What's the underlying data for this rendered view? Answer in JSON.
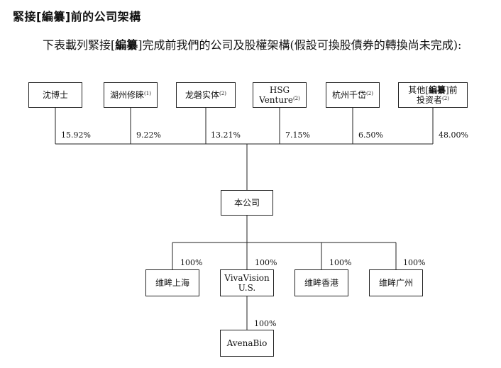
{
  "section_title": "緊接[編纂]前的公司架構",
  "intro": {
    "before": "下表載列緊接[",
    "redacted": "編纂",
    "after": "]完成前我們的公司及股權架構(假設可換股債券的轉換尚未完成):"
  },
  "shareholders": [
    {
      "name": "沈博士",
      "note": "",
      "pct": "15.92%"
    },
    {
      "name": "湖州修睐",
      "note": "(1)",
      "pct": "9.22%"
    },
    {
      "name": "龙磐实体",
      "note": "(2)",
      "pct": "13.21%"
    },
    {
      "name_line1": "HSG",
      "name_line2": "Venture",
      "note": "(2)",
      "pct": "7.15%"
    },
    {
      "name": "杭州千岱",
      "note": "(2)",
      "pct": "6.50%"
    },
    {
      "line1_before": "其他[",
      "line1_redacted": "編纂",
      "line1_after": "]前",
      "line2": "投资者",
      "note": "(2)",
      "pct": "48.00%"
    }
  ],
  "company": {
    "name": "本公司"
  },
  "subsidiaries": [
    {
      "name": "维眸上海",
      "pct": "100%"
    },
    {
      "name_line1": "VivaVision",
      "name_line2": "U.S.",
      "pct": "100%"
    },
    {
      "name": "维眸香港",
      "pct": "100%"
    },
    {
      "name": "维眸广州",
      "pct": "100%"
    }
  ],
  "sub_subsidiary": {
    "name": "AvenaBio",
    "pct": "100%"
  }
}
